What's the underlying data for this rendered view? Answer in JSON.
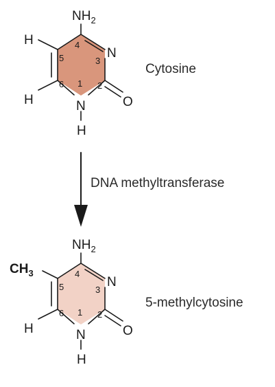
{
  "molecules": [
    {
      "name": "Cytosine",
      "fill": "#d9967c",
      "nh2": "NH",
      "nh2_sub": "2",
      "n3": "N",
      "n1": "N",
      "h_n1": "H",
      "o": "O",
      "h5": "H",
      "h6": "H",
      "numbers": [
        "1",
        "2",
        "3",
        "4",
        "5",
        "6"
      ]
    },
    {
      "name": "5-methylcytosine",
      "fill": "#f2d2c6",
      "nh2": "NH",
      "nh2_sub": "2",
      "n3": "N",
      "n1": "N",
      "h_n1": "H",
      "o": "O",
      "ch3": "CH",
      "ch3_sub": "3",
      "h6": "H",
      "numbers": [
        "1",
        "2",
        "3",
        "4",
        "5",
        "6"
      ]
    }
  ],
  "reaction": {
    "enzyme": "DNA methyltransferase"
  }
}
